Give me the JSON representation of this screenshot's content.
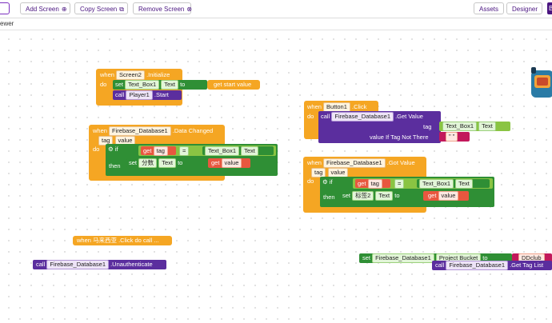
{
  "toolbar": {
    "add_screen": "Add Screen",
    "copy_screen": "Copy Screen",
    "remove_screen": "Remove Screen",
    "assets": "Assets",
    "designer": "Designer",
    "blocks_initial": "B"
  },
  "subbar": {
    "label": "ewer"
  },
  "icons": {
    "add": "⊕",
    "copy": "⧉",
    "remove": "⊗"
  },
  "blocks": {
    "init": {
      "when": "when",
      "component": "Screen2",
      "event": ".Initialize",
      "do": "do",
      "set": "set",
      "target": "Text_Box1",
      "prop": "Text",
      "to": "to",
      "get": "get start value",
      "call": "call",
      "player": "Player1",
      "method": ".Start"
    },
    "dc": {
      "when": "when",
      "component": "Firebase_Database1",
      "event": ".Data Changed",
      "p1": "tag",
      "p2": "value",
      "do": "do",
      "if": "if",
      "then": "then",
      "get": "get",
      "tag": "tag",
      "eq": "=",
      "target": "Text_Box1",
      "prop": "Text",
      "set": "set",
      "set_target": "分数",
      "set_prop": "Text",
      "to": "to",
      "get2": "get",
      "val": "value"
    },
    "click": {
      "when": "when",
      "component": "Button1",
      "event": ".Click",
      "do": "do",
      "call": "call",
      "fb": "Firebase_Database1",
      "method": ".Get Value",
      "tag_label": "tag",
      "tb": "Text_Box1",
      "prop": "Text",
      "vitnt": "value If Tag Not There",
      "empty": "\" \""
    },
    "gv": {
      "when": "when",
      "component": "Firebase_Database1",
      "event": ".Got Value",
      "p1": "tag",
      "p2": "value",
      "do": "do",
      "if": "if",
      "then": "then",
      "get": "get",
      "tag": "tag",
      "eq": "=",
      "target": "Text_Box1",
      "prop": "Text",
      "set": "set",
      "set_target": "标签2",
      "set_prop": "Text",
      "to": "to",
      "get2": "get",
      "val": "value"
    },
    "collapsed": {
      "text": "when 马来西亚 .Click do call ..."
    },
    "unauth": {
      "call": "call",
      "fb": "Firebase_Database1",
      "method": ".Unauthenticate"
    },
    "bucket": {
      "set": "set",
      "fb": "Firebase_Database1",
      "prop": "Project Bucket",
      "to": "to",
      "val": "DDclub",
      "call": "call",
      "fb2": "Firebase_Database1",
      "method": ".Get Tag List"
    }
  }
}
